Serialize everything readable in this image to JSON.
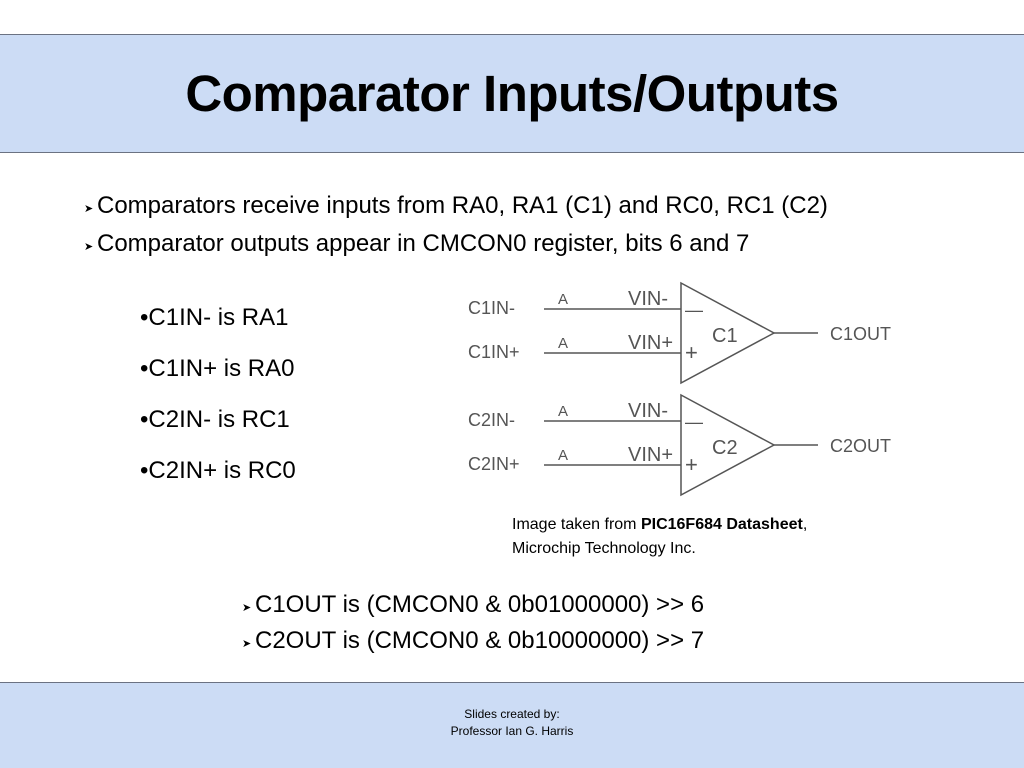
{
  "slide": {
    "title": "Comparator Inputs/Outputs",
    "bullets_top": [
      "Comparators receive inputs from RA0, RA1 (C1) and RC0, RC1 (C2)",
      "Comparator outputs appear in CMCON0 register, bits 6 and 7"
    ],
    "pin_list": [
      "•C1IN- is RA1",
      "•C1IN+ is RA0",
      "•C2IN- is RC1",
      "•C2IN+ is RC0"
    ],
    "caption": {
      "prefix": "Image taken from ",
      "source": "PIC16F684 Datasheet",
      "suffix": ",",
      "line2": "Microchip Technology Inc."
    },
    "bullets_bottom": [
      "C1OUT is (CMCON0 & 0b01000000) >> 6",
      "C2OUT is (CMCON0 & 0b10000000) >> 7"
    ],
    "footer": {
      "line1": "Slides created by:",
      "line2": "Professor Ian G. Harris"
    }
  },
  "diagram": {
    "comparators": [
      {
        "name": "C1",
        "input_neg": "C1IN-",
        "input_pos": "C1IN+",
        "output": "C1OUT",
        "analog_mark_neg": "A",
        "analog_mark_pos": "A",
        "vin_neg": "VIN-",
        "vin_pos": "VIN+",
        "minus_sign": "—",
        "plus_sign": "+"
      },
      {
        "name": "C2",
        "input_neg": "C2IN-",
        "input_pos": "C2IN+",
        "output": "C2OUT",
        "analog_mark_neg": "A",
        "analog_mark_pos": "A",
        "vin_neg": "VIN-",
        "vin_pos": "VIN+",
        "minus_sign": "—",
        "plus_sign": "+"
      }
    ]
  },
  "colors": {
    "band": "#ccdcf5",
    "band_border": "#6b7282",
    "diagram_ink": "#555555"
  },
  "icons": {
    "bullet": "arrowhead-bullet-icon"
  }
}
